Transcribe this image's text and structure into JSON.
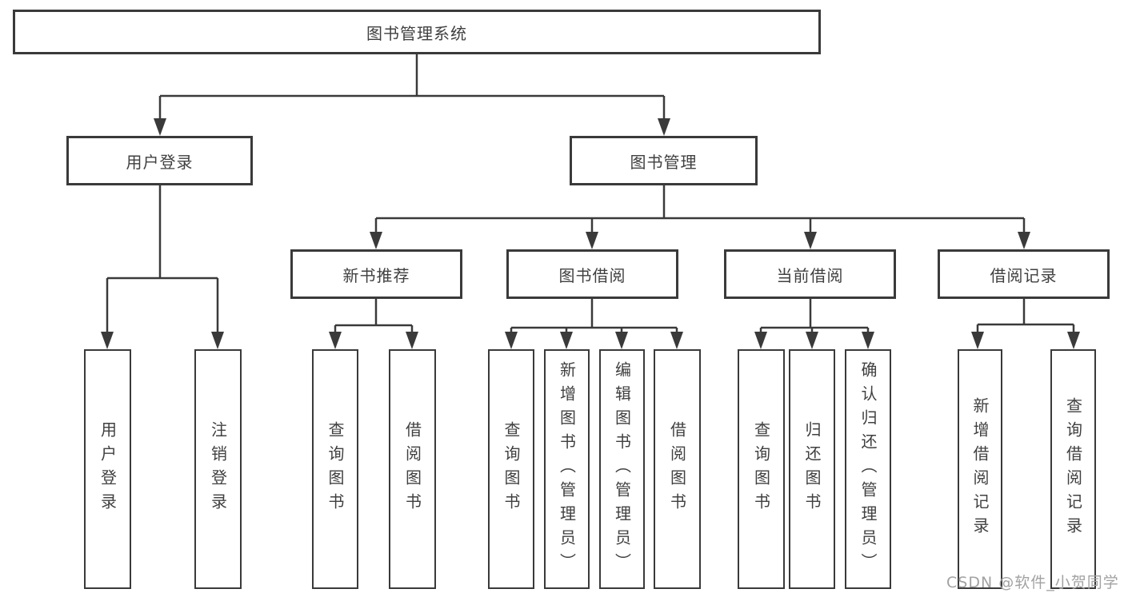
{
  "diagram": {
    "root": {
      "label": "图书管理系统"
    },
    "branches": [
      {
        "label": "用户登录",
        "children": [
          {
            "label": "用户登录"
          },
          {
            "label": "注销登录"
          }
        ]
      },
      {
        "label": "图书管理",
        "children": [
          {
            "label": "新书推荐",
            "children": [
              {
                "label": "查询图书"
              },
              {
                "label": "借阅图书"
              }
            ]
          },
          {
            "label": "图书借阅",
            "children": [
              {
                "label": "查询图书"
              },
              {
                "label": "新增图书（管理员）"
              },
              {
                "label": "编辑图书（管理员）"
              },
              {
                "label": "借阅图书"
              }
            ]
          },
          {
            "label": "当前借阅",
            "children": [
              {
                "label": "查询图书"
              },
              {
                "label": "归还图书"
              },
              {
                "label": "确认归还（管理员）"
              }
            ]
          },
          {
            "label": "借阅记录",
            "children": [
              {
                "label": "新增借阅记录"
              },
              {
                "label": "查询借阅记录"
              }
            ]
          }
        ]
      }
    ]
  },
  "watermark": {
    "text": "CSDN @软件_小贺同学"
  },
  "colors": {
    "line": "#3a3a3a",
    "text": "#404040",
    "background": "#ffffff",
    "watermark": "#a2a2a2"
  }
}
